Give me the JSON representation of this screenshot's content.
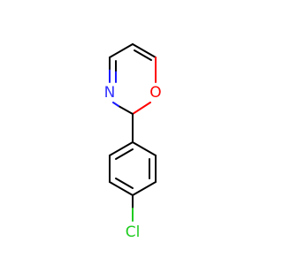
{
  "molecule": {
    "atoms": [
      {
        "label": "N",
        "color": "#3333ff"
      },
      {
        "label": "O",
        "color": "#ff0000"
      },
      {
        "label": "Cl",
        "color": "#1fcc1f"
      }
    ]
  }
}
